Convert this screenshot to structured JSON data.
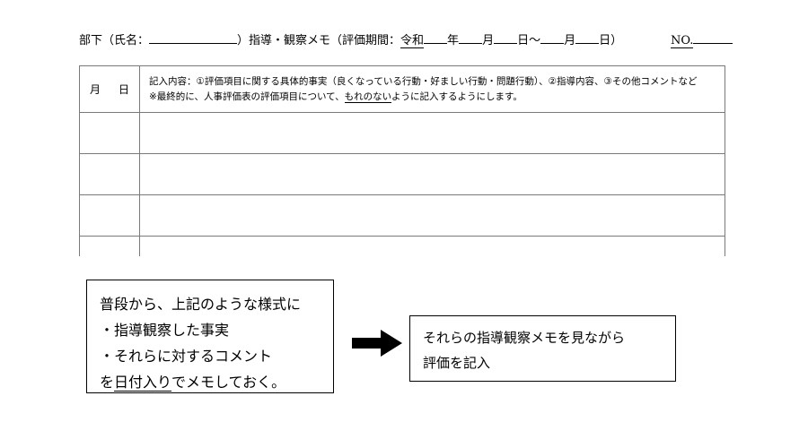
{
  "document": {
    "header": {
      "prefix": "部下（氏名：",
      "after_name": "）指導・観察メモ（評価期間：",
      "era": "令和",
      "year_unit": "年",
      "month_unit": "月",
      "day_unit": "日～",
      "month_unit2": "月",
      "day_unit2": "日）",
      "no_label": "NO."
    },
    "table": {
      "columns": [
        "月　日",
        "記入内容"
      ],
      "date_column_header": "月　日",
      "instructions": [
        "記入内容：①評価項目に関する具体的事実（良くなっている行動・好ましい行動・問題行動）、②指導内容、③その他コメントなど",
        "※最終的に、人事評価表の評価項目について、もれのないように記入するようにします。"
      ],
      "instruction_line2_parts": {
        "before": "※最終的に、人事評価表の評価項目について、",
        "underlined": "もれのない",
        "after": "ように記入するようにします。"
      },
      "rows": [
        {
          "date": "",
          "content": ""
        },
        {
          "date": "",
          "content": ""
        },
        {
          "date": "",
          "content": ""
        },
        {
          "date": "",
          "content": ""
        }
      ]
    },
    "callout_left": {
      "lines": [
        "普段から、上記のような様式に",
        "・指導観察した事実",
        "・それらに対するコメント"
      ],
      "last_line_parts": {
        "before": "を",
        "underlined": "日付入り",
        "after": "でメモしておく。"
      }
    },
    "arrow": {
      "icon": "right-arrow-icon",
      "color": "#000000"
    },
    "callout_right": {
      "lines": [
        "それらの指導観察メモを見ながら",
        "評価を記入"
      ]
    }
  }
}
